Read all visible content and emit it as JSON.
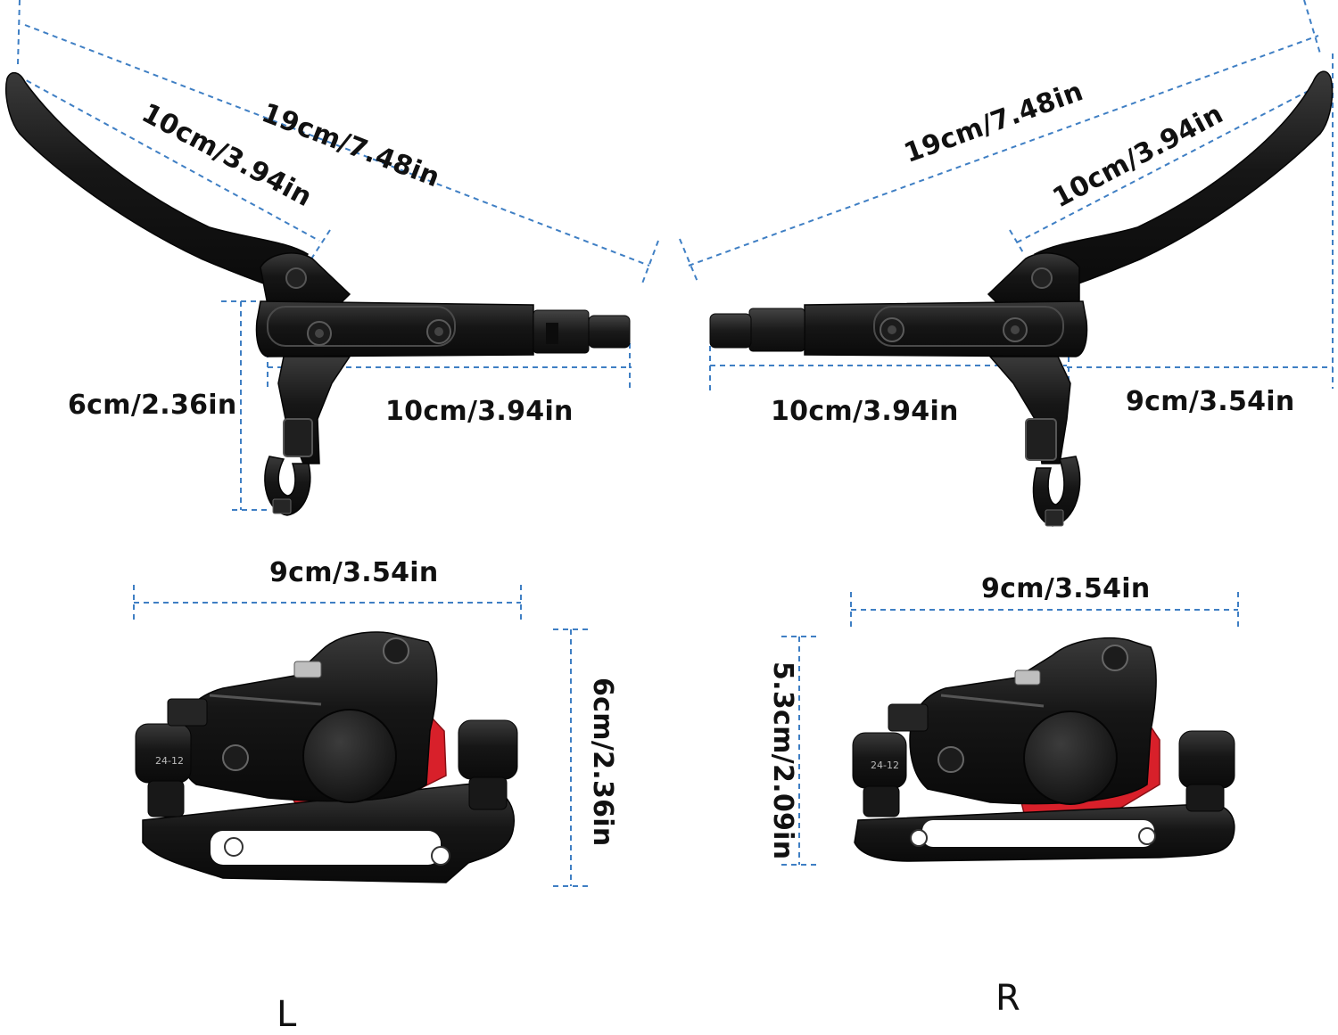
{
  "colors": {
    "dimension_line": "#3f7fc4",
    "metal": "#161616",
    "metal_highlight": "#3a3a3a",
    "pad_red": "#d8202a",
    "text": "#111111"
  },
  "left_lever": {
    "overall_length": "19cm/7.48in",
    "blade_length": "10cm/3.94in",
    "clamp_height": "6cm/2.36in",
    "body_length": "10cm/3.94in"
  },
  "right_lever": {
    "overall_length": "19cm/7.48in",
    "blade_length": "10cm/3.94in",
    "body_length": "10cm/3.94in",
    "clamp_offset": "9cm/3.54in"
  },
  "left_caliper": {
    "width": "9cm/3.54in",
    "height": "6cm/2.36in",
    "stamp": "24-12"
  },
  "right_caliper": {
    "width": "9cm/3.54in",
    "height": "5.3cm/2.09in",
    "stamp": "24-12"
  },
  "side_labels": {
    "left": "L",
    "right": "R"
  }
}
